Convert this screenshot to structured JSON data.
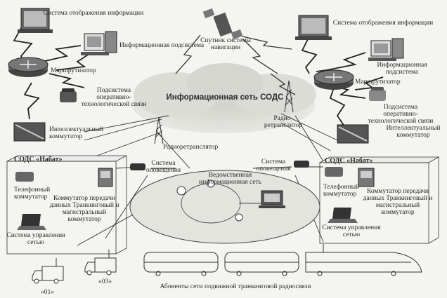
{
  "labels": {
    "left_display_system": "Система отображения информации",
    "left_info_subsystem": "Информационная подсистема",
    "left_router": "Маршрутизатор",
    "left_op_subsystem": "Подсистема оперативно-технологической связи",
    "left_smart_switch": "Интеллектуальный коммутатор",
    "satellite": "Спутник системы навигации",
    "network_title": "Информационная сеть СОДС",
    "radio_relay_center": "Радиоретранслятор",
    "radio_relay_right": "Радио-ретранслятор",
    "right_display_system": "Система отображения информации",
    "right_info_subsystem": "Информационная подсистема",
    "right_router": "Маршрутизатор",
    "right_op_subsystem": "Подсистема оперативно-технологической связи",
    "right_smart_switch": "Интеллектуальный коммутатор",
    "left_sods": "СОДС «Набат»",
    "left_phone_switch": "Телефонный коммутатор",
    "left_data_switch": "Коммутатор передачи данных Транкинговый и магистральный коммутатор",
    "left_net_mgmt": "Система управления сетью",
    "left_alert": "Система оповещения",
    "departmental_net": "Ведомственная информационная сеть",
    "right_alert": "Система оповещения",
    "right_sods": "СОДС «Набат»",
    "right_phone_switch": "Телефонный коммутатор",
    "right_data_switch": "Коммутатор передачи данных Транкинговый и магистральный коммутатор",
    "right_net_mgmt": "Система управления сетью",
    "truck_01": "«01»",
    "truck_03": "«03»",
    "subscribers": "Абоненты сети подвижной транкинговой радиосвязи"
  }
}
